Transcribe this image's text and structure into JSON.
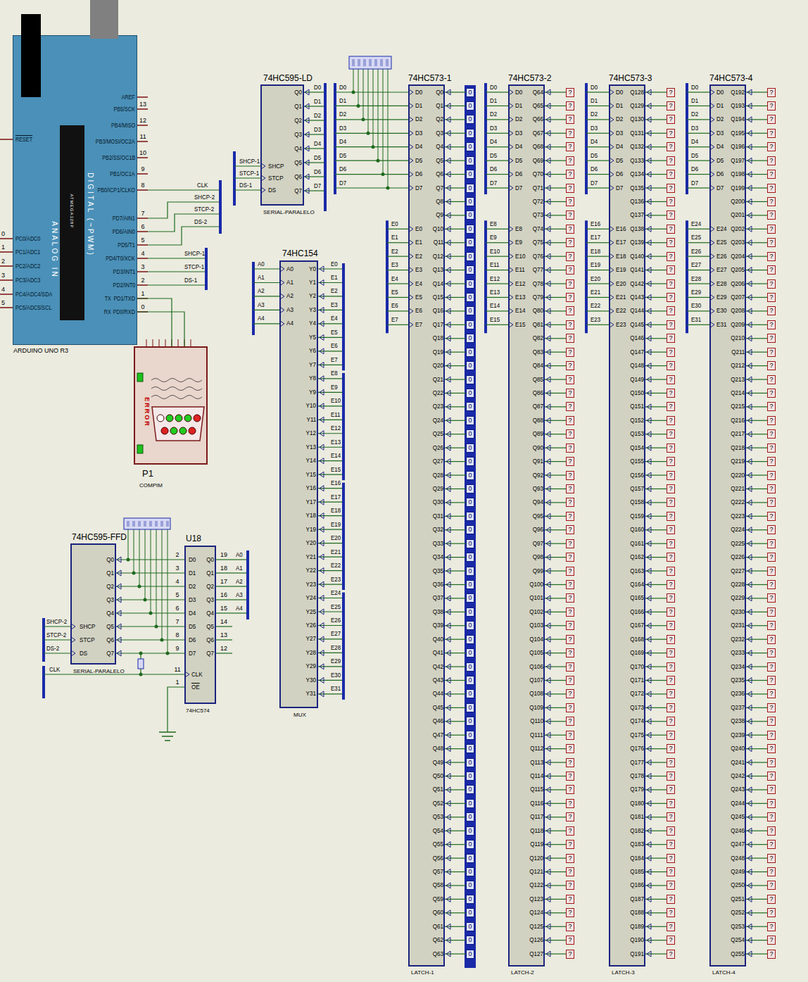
{
  "diagram": {
    "nodes": [
      {
        "text": [
          "ARDUINO UNO R3"
        ]
      },
      {
        "text": [
          "74HC595-LD",
          "SERIAL-PARALELO"
        ]
      },
      {
        "text": [
          "74HC154",
          "MUX"
        ]
      },
      {
        "text": [
          "74HC573-1",
          "LATCH-1"
        ]
      },
      {
        "text": [
          "74HC573-2",
          "LATCH-2"
        ]
      },
      {
        "text": [
          "74HC573-3",
          "LATCH-3"
        ]
      },
      {
        "text": [
          "74HC573-4",
          "LATCH-4"
        ]
      },
      {
        "text": [
          "P1",
          "COMPIM"
        ]
      },
      {
        "text": [
          "74HC595-FFD",
          "SERIAL-PARALELO"
        ]
      },
      {
        "text": [
          "U18",
          "74HC574"
        ]
      }
    ],
    "edges": [
      {
        "from": 0,
        "to": 7,
        "arrow": "none"
      },
      {
        "from": 0,
        "to": 7,
        "arrow": "none"
      },
      {
        "from": 8,
        "to": 9,
        "arrow": "none"
      },
      {
        "from": 8,
        "to": 9,
        "arrow": "none"
      },
      {
        "from": 8,
        "to": 9,
        "arrow": "none"
      },
      {
        "from": 8,
        "to": 9,
        "arrow": "none"
      },
      {
        "from": 8,
        "to": 9,
        "arrow": "none"
      },
      {
        "from": 8,
        "to": 9,
        "arrow": "none"
      },
      {
        "from": 8,
        "to": 9,
        "arrow": "none"
      },
      {
        "from": 8,
        "to": 9,
        "arrow": "none"
      }
    ],
    "labels": [
      "AREF",
      "PB5/SCK",
      "PB4/MISO",
      "PB3/MOSI/OC2A",
      "PB2/SS/OC1B",
      "PB1/OC1A",
      "PB0/ICP1/CLKO",
      "PD7/AIN1",
      "PD6/AIN0",
      "PD5/T1",
      "PD4/T0/XCK",
      "PD3/INT1",
      "PD2/INT0",
      "PD1/TXD",
      "PD0/RXD",
      "13",
      "12",
      "11",
      "10",
      "9",
      "8",
      "7",
      "6",
      "5",
      "4",
      "3",
      "2",
      "1",
      "0",
      "TX",
      "RX",
      "PC0/ADC0",
      "PC1/ADC1",
      "PC2/ADC2",
      "PC3/ADC3",
      "PC4/ADC4/SDA",
      "PC5/ADC5/SCL",
      "0",
      "1",
      "2",
      "3",
      "4",
      "5",
      "RESET",
      "ANALOG IN",
      "DIGITAL (~PWM)",
      "ATMEGA328P",
      "CLK",
      "SHCP-2",
      "STCP-2",
      "DS-2",
      "SHCP-1",
      "STCP-1",
      "DS-1",
      "SHCP-1",
      "STCP-1",
      "DS-1",
      "SHCP",
      "STCP",
      "DS",
      "Q0",
      "Q1",
      "Q2",
      "Q3",
      "Q4",
      "Q5",
      "Q6",
      "Q7",
      "D0",
      "D1",
      "D2",
      "D3",
      "D4",
      "D5",
      "D6",
      "D7",
      "D0",
      "D1",
      "D2",
      "D3",
      "D4",
      "D5",
      "D6",
      "D7",
      "E0",
      "E1",
      "E2",
      "E3",
      "E4",
      "E5",
      "E6",
      "E7",
      "D0",
      "D1",
      "D2",
      "D3",
      "D4",
      "D5",
      "D6",
      "D7",
      "E0",
      "E1",
      "E2",
      "E3",
      "E4",
      "E5",
      "E6",
      "E7",
      "Q0",
      "Q1",
      "Q2",
      "Q3",
      "Q4",
      "Q5",
      "Q6",
      "Q7",
      "Q8",
      "Q9",
      "Q10",
      "Q11",
      "Q12",
      "Q13",
      "Q14",
      "Q15",
      "Q16",
      "Q17",
      "Q18",
      "Q19",
      "Q20",
      "Q21",
      "Q22",
      "Q23",
      "Q24",
      "Q25",
      "Q26",
      "Q27",
      "Q28",
      "Q29",
      "Q30",
      "Q31",
      "Q32",
      "Q33",
      "Q34",
      "Q35",
      "Q36",
      "Q37",
      "Q38",
      "Q39",
      "Q40",
      "Q41",
      "Q42",
      "Q43",
      "Q44",
      "Q45",
      "Q46",
      "Q47",
      "Q48",
      "Q49",
      "Q50",
      "Q51",
      "Q52",
      "Q53",
      "Q54",
      "Q55",
      "Q56",
      "Q57",
      "Q58",
      "Q59",
      "Q60",
      "Q61",
      "Q62",
      "Q63",
      "0",
      "0",
      "0",
      "0",
      "0",
      "0",
      "0",
      "0",
      "0",
      "0",
      "0",
      "0",
      "0",
      "0",
      "0",
      "0",
      "0",
      "0",
      "0",
      "0",
      "0",
      "0",
      "0",
      "0",
      "0",
      "0",
      "0",
      "0",
      "0",
      "0",
      "0",
      "0",
      "0",
      "0",
      "0",
      "0",
      "0",
      "0",
      "0",
      "0",
      "0",
      "0",
      "0",
      "0",
      "0",
      "0",
      "0",
      "0",
      "0",
      "0",
      "0",
      "0",
      "0",
      "0",
      "0",
      "0",
      "0",
      "0",
      "0",
      "0",
      "0",
      "0",
      "0",
      "0",
      "D0",
      "D1",
      "D2",
      "D3",
      "D4",
      "D5",
      "D6",
      "D7",
      "E8",
      "E9",
      "E10",
      "E11",
      "E12",
      "E13",
      "E14",
      "E15",
      "D0",
      "D1",
      "D2",
      "D3",
      "D4",
      "D5",
      "D6",
      "D7",
      "E8",
      "E9",
      "E10",
      "E11",
      "E12",
      "E13",
      "E14",
      "E15",
      "Q64",
      "Q65",
      "Q66",
      "Q67",
      "Q68",
      "Q69",
      "Q70",
      "Q71",
      "Q72",
      "Q73",
      "Q74",
      "Q75",
      "Q76",
      "Q77",
      "Q78",
      "Q79",
      "Q80",
      "Q81",
      "Q82",
      "Q83",
      "Q84",
      "Q85",
      "Q86",
      "Q87",
      "Q88",
      "Q89",
      "Q90",
      "Q91",
      "Q92",
      "Q93",
      "Q94",
      "Q95",
      "Q96",
      "Q97",
      "Q98",
      "Q99",
      "Q100",
      "Q101",
      "Q102",
      "Q103",
      "Q104",
      "Q105",
      "Q106",
      "Q107",
      "Q108",
      "Q109",
      "Q110",
      "Q111",
      "Q112",
      "Q113",
      "Q114",
      "Q115",
      "Q116",
      "Q117",
      "Q118",
      "Q119",
      "Q120",
      "Q121",
      "Q122",
      "Q123",
      "Q124",
      "Q125",
      "Q126",
      "Q127",
      "?",
      "?",
      "?",
      "?",
      "?",
      "?",
      "?",
      "?",
      "?",
      "?",
      "?",
      "?",
      "?",
      "?",
      "?",
      "?",
      "?",
      "?",
      "?",
      "?",
      "?",
      "?",
      "?",
      "?",
      "?",
      "?",
      "?",
      "?",
      "?",
      "?",
      "?",
      "?",
      "?",
      "?",
      "?",
      "?",
      "?",
      "?",
      "?",
      "?",
      "?",
      "?",
      "?",
      "?",
      "?",
      "?",
      "?",
      "?",
      "?",
      "?",
      "?",
      "?",
      "?",
      "?",
      "?",
      "?",
      "?",
      "?",
      "?",
      "?",
      "?",
      "?",
      "?",
      "?",
      "D0",
      "D1",
      "D2",
      "D3",
      "D4",
      "D5",
      "D6",
      "D7",
      "E16",
      "E17",
      "E18",
      "E19",
      "E20",
      "E21",
      "E22",
      "E23",
      "D0",
      "D1",
      "D2",
      "D3",
      "D4",
      "D5",
      "D6",
      "D7",
      "E16",
      "E17",
      "E18",
      "E19",
      "E20",
      "E21",
      "E22",
      "E23",
      "Q128",
      "Q129",
      "Q130",
      "Q131",
      "Q132",
      "Q133",
      "Q134",
      "Q135",
      "Q136",
      "Q137",
      "Q138",
      "Q139",
      "Q140",
      "Q141",
      "Q142",
      "Q143",
      "Q144",
      "Q145",
      "Q146",
      "Q147",
      "Q148",
      "Q149",
      "Q150",
      "Q151",
      "Q152",
      "Q153",
      "Q154",
      "Q155",
      "Q156",
      "Q157",
      "Q158",
      "Q159",
      "Q160",
      "Q161",
      "Q162",
      "Q163",
      "Q164",
      "Q165",
      "Q166",
      "Q167",
      "Q168",
      "Q169",
      "Q170",
      "Q171",
      "Q172",
      "Q173",
      "Q174",
      "Q175",
      "Q176",
      "Q177",
      "Q178",
      "Q179",
      "Q180",
      "Q181",
      "Q182",
      "Q183",
      "Q184",
      "Q185",
      "Q186",
      "Q187",
      "Q188",
      "Q189",
      "Q190",
      "Q191",
      "?",
      "?",
      "?",
      "?",
      "?",
      "?",
      "?",
      "?",
      "?",
      "?",
      "?",
      "?",
      "?",
      "?",
      "?",
      "?",
      "?",
      "?",
      "?",
      "?",
      "?",
      "?",
      "?",
      "?",
      "?",
      "?",
      "?",
      "?",
      "?",
      "?",
      "?",
      "?",
      "?",
      "?",
      "?",
      "?",
      "?",
      "?",
      "?",
      "?",
      "?",
      "?",
      "?",
      "?",
      "?",
      "?",
      "?",
      "?",
      "?",
      "?",
      "?",
      "?",
      "?",
      "?",
      "?",
      "?",
      "?",
      "?",
      "?",
      "?",
      "?",
      "?",
      "?",
      "?",
      "D0",
      "D1",
      "D2",
      "D3",
      "D4",
      "D5",
      "D6",
      "D7",
      "E24",
      "E25",
      "E26",
      "E27",
      "E28",
      "E29",
      "E30",
      "E31",
      "D0",
      "D1",
      "D2",
      "D3",
      "D4",
      "D5",
      "D6",
      "D7",
      "E24",
      "E25",
      "E26",
      "E27",
      "E28",
      "E29",
      "E30",
      "E31",
      "Q192",
      "Q193",
      "Q194",
      "Q195",
      "Q196",
      "Q197",
      "Q198",
      "Q199",
      "Q200",
      "Q201",
      "Q202",
      "Q203",
      "Q204",
      "Q205",
      "Q206",
      "Q207",
      "Q208",
      "Q209",
      "Q210",
      "Q211",
      "Q212",
      "Q213",
      "Q214",
      "Q215",
      "Q216",
      "Q217",
      "Q218",
      "Q219",
      "Q220",
      "Q221",
      "Q222",
      "Q223",
      "Q224",
      "Q225",
      "Q226",
      "Q227",
      "Q228",
      "Q229",
      "Q230",
      "Q231",
      "Q232",
      "Q233",
      "Q234",
      "Q235",
      "Q236",
      "Q237",
      "Q238",
      "Q239",
      "Q240",
      "Q241",
      "Q242",
      "Q243",
      "Q244",
      "Q245",
      "Q246",
      "Q247",
      "Q248",
      "Q249",
      "Q250",
      "Q251",
      "Q252",
      "Q253",
      "Q254",
      "Q255",
      "?",
      "?",
      "?",
      "?",
      "?",
      "?",
      "?",
      "?",
      "?",
      "?",
      "?",
      "?",
      "?",
      "?",
      "?",
      "?",
      "?",
      "?",
      "?",
      "?",
      "?",
      "?",
      "?",
      "?",
      "?",
      "?",
      "?",
      "?",
      "?",
      "?",
      "?",
      "?",
      "?",
      "?",
      "?",
      "?",
      "?",
      "?",
      "?",
      "?",
      "?",
      "?",
      "?",
      "?",
      "?",
      "?",
      "?",
      "?",
      "?",
      "?",
      "?",
      "?",
      "?",
      "?",
      "?",
      "?",
      "?",
      "?",
      "?",
      "?",
      "?",
      "?",
      "?",
      "?",
      "A0",
      "A1",
      "A2",
      "A3",
      "A4",
      "A0",
      "A1",
      "A2",
      "A3",
      "A4",
      "Y0",
      "Y1",
      "Y2",
      "Y3",
      "Y4",
      "Y5",
      "Y6",
      "Y7",
      "Y8",
      "Y9",
      "Y10",
      "Y11",
      "Y12",
      "Y13",
      "Y14",
      "Y15",
      "Y16",
      "Y17",
      "Y18",
      "Y19",
      "Y20",
      "Y21",
      "Y22",
      "Y23",
      "Y24",
      "Y25",
      "Y26",
      "Y27",
      "Y28",
      "Y29",
      "Y30",
      "Y31",
      "E0",
      "E1",
      "E2",
      "E3",
      "E4",
      "E5",
      "E6",
      "E7",
      "E8",
      "E9",
      "E10",
      "E11",
      "E12",
      "E13",
      "E14",
      "E15",
      "E16",
      "E17",
      "E18",
      "E19",
      "E20",
      "E21",
      "E22",
      "E23",
      "E24",
      "E25",
      "E26",
      "E27",
      "E28",
      "E29",
      "E30",
      "E31",
      "ERROR",
      "SHCP-2",
      "STCP-2",
      "DS-2",
      "SHCP",
      "STCP",
      "DS",
      "Q0",
      "Q1",
      "Q2",
      "Q3",
      "Q4",
      "Q5",
      "Q6",
      "Q7",
      "2",
      "3",
      "4",
      "5",
      "6",
      "7",
      "8",
      "9",
      "D0",
      "D1",
      "D2",
      "D3",
      "D4",
      "D5",
      "D6",
      "D7",
      "Q0",
      "Q1",
      "Q2",
      "Q3",
      "Q4",
      "Q5",
      "Q6",
      "Q7",
      "19",
      "18",
      "17",
      "16",
      "15",
      "14",
      "13",
      "12",
      "A0",
      "A1",
      "A2",
      "A3",
      "A4",
      "11",
      "1",
      "CLK",
      "OE",
      "CLK"
    ]
  }
}
